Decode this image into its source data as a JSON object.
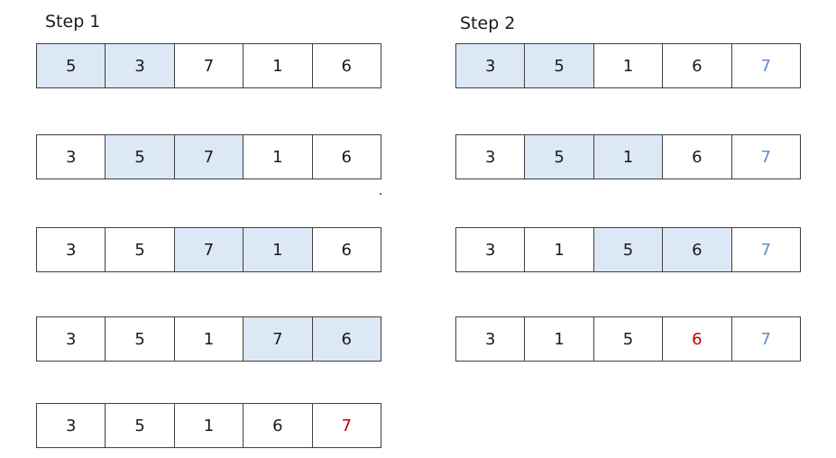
{
  "step1": {
    "title": "Step 1",
    "rows": [
      [
        {
          "v": "5",
          "s": "hl"
        },
        {
          "v": "3",
          "s": "hl"
        },
        {
          "v": "7",
          "s": ""
        },
        {
          "v": "1",
          "s": ""
        },
        {
          "v": "6",
          "s": ""
        }
      ],
      [
        {
          "v": "3",
          "s": ""
        },
        {
          "v": "5",
          "s": "hl"
        },
        {
          "v": "7",
          "s": "hl"
        },
        {
          "v": "1",
          "s": ""
        },
        {
          "v": "6",
          "s": ""
        }
      ],
      [
        {
          "v": "3",
          "s": ""
        },
        {
          "v": "5",
          "s": ""
        },
        {
          "v": "7",
          "s": "hl"
        },
        {
          "v": "1",
          "s": "hl"
        },
        {
          "v": "6",
          "s": ""
        }
      ],
      [
        {
          "v": "3",
          "s": ""
        },
        {
          "v": "5",
          "s": ""
        },
        {
          "v": "1",
          "s": ""
        },
        {
          "v": "7",
          "s": "hl"
        },
        {
          "v": "6",
          "s": "hl"
        }
      ],
      [
        {
          "v": "3",
          "s": ""
        },
        {
          "v": "5",
          "s": ""
        },
        {
          "v": "1",
          "s": ""
        },
        {
          "v": "6",
          "s": ""
        },
        {
          "v": "7",
          "s": "sorted-new"
        }
      ]
    ]
  },
  "step2": {
    "title": "Step 2",
    "rows": [
      [
        {
          "v": "3",
          "s": "hl"
        },
        {
          "v": "5",
          "s": "hl"
        },
        {
          "v": "1",
          "s": ""
        },
        {
          "v": "6",
          "s": ""
        },
        {
          "v": "7",
          "s": "sorted-done"
        }
      ],
      [
        {
          "v": "3",
          "s": ""
        },
        {
          "v": "5",
          "s": "hl"
        },
        {
          "v": "1",
          "s": "hl"
        },
        {
          "v": "6",
          "s": ""
        },
        {
          "v": "7",
          "s": "sorted-done"
        }
      ],
      [
        {
          "v": "3",
          "s": ""
        },
        {
          "v": "1",
          "s": ""
        },
        {
          "v": "5",
          "s": "hl"
        },
        {
          "v": "6",
          "s": "hl"
        },
        {
          "v": "7",
          "s": "sorted-done"
        }
      ],
      [
        {
          "v": "3",
          "s": ""
        },
        {
          "v": "1",
          "s": ""
        },
        {
          "v": "5",
          "s": ""
        },
        {
          "v": "6",
          "s": "sorted-new"
        },
        {
          "v": "7",
          "s": "sorted-done"
        }
      ]
    ]
  },
  "colors": {
    "compare_highlight": "#dde8f6",
    "newly_sorted": "#c00000",
    "already_sorted": "#5b8fc7",
    "border": "#3f3f3f"
  }
}
